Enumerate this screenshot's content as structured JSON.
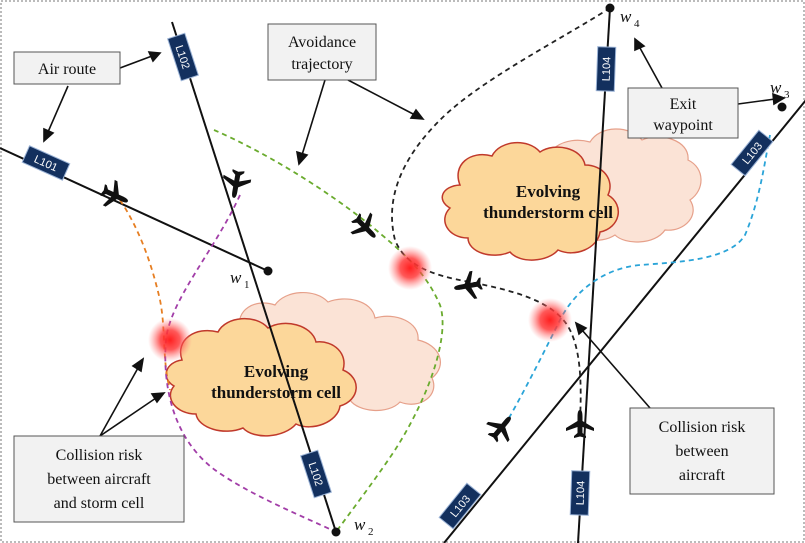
{
  "callouts": {
    "air_route": "Air route",
    "avoidance_line1": "Avoidance",
    "avoidance_line2": "trajectory",
    "exit_line1": "Exit",
    "exit_line2": "waypoint",
    "risk_storm_line1": "Collision risk",
    "risk_storm_line2": "between aircraft",
    "risk_storm_line3": "and storm cell",
    "risk_aircraft_line1": "Collision risk",
    "risk_aircraft_line2": "between",
    "risk_aircraft_line3": "aircraft"
  },
  "storms": {
    "upper_line1": "Evolving",
    "upper_line2": "thunderstorm cell",
    "lower_line1": "Evolving",
    "lower_line2": "thunderstorm cell"
  },
  "routes": {
    "l101": "L101",
    "l102_top": "L102",
    "l102_bottom": "L102",
    "l103_top": "L103",
    "l103_bottom": "L103",
    "l104_top": "L104",
    "l104_bottom": "L104"
  },
  "waypoints": {
    "w1_main": "w",
    "w1_sub": "1",
    "w2_main": "w",
    "w2_sub": "2",
    "w3_main": "w",
    "w3_sub": "3",
    "w4_main": "w",
    "w4_sub": "4"
  },
  "colors": {
    "route": "#111111",
    "route_tag": "#13305e",
    "storm_fill": "#fcd79a",
    "storm_stroke": "#c0392b",
    "storm_shadow": "#fbe3d6",
    "orange_traj": "#e67e22",
    "purple_traj": "#a23ea8",
    "green_traj": "#6aab2e",
    "black_traj": "#222222",
    "blue_traj": "#2aa4d8",
    "risk": "#ff2a2a"
  }
}
